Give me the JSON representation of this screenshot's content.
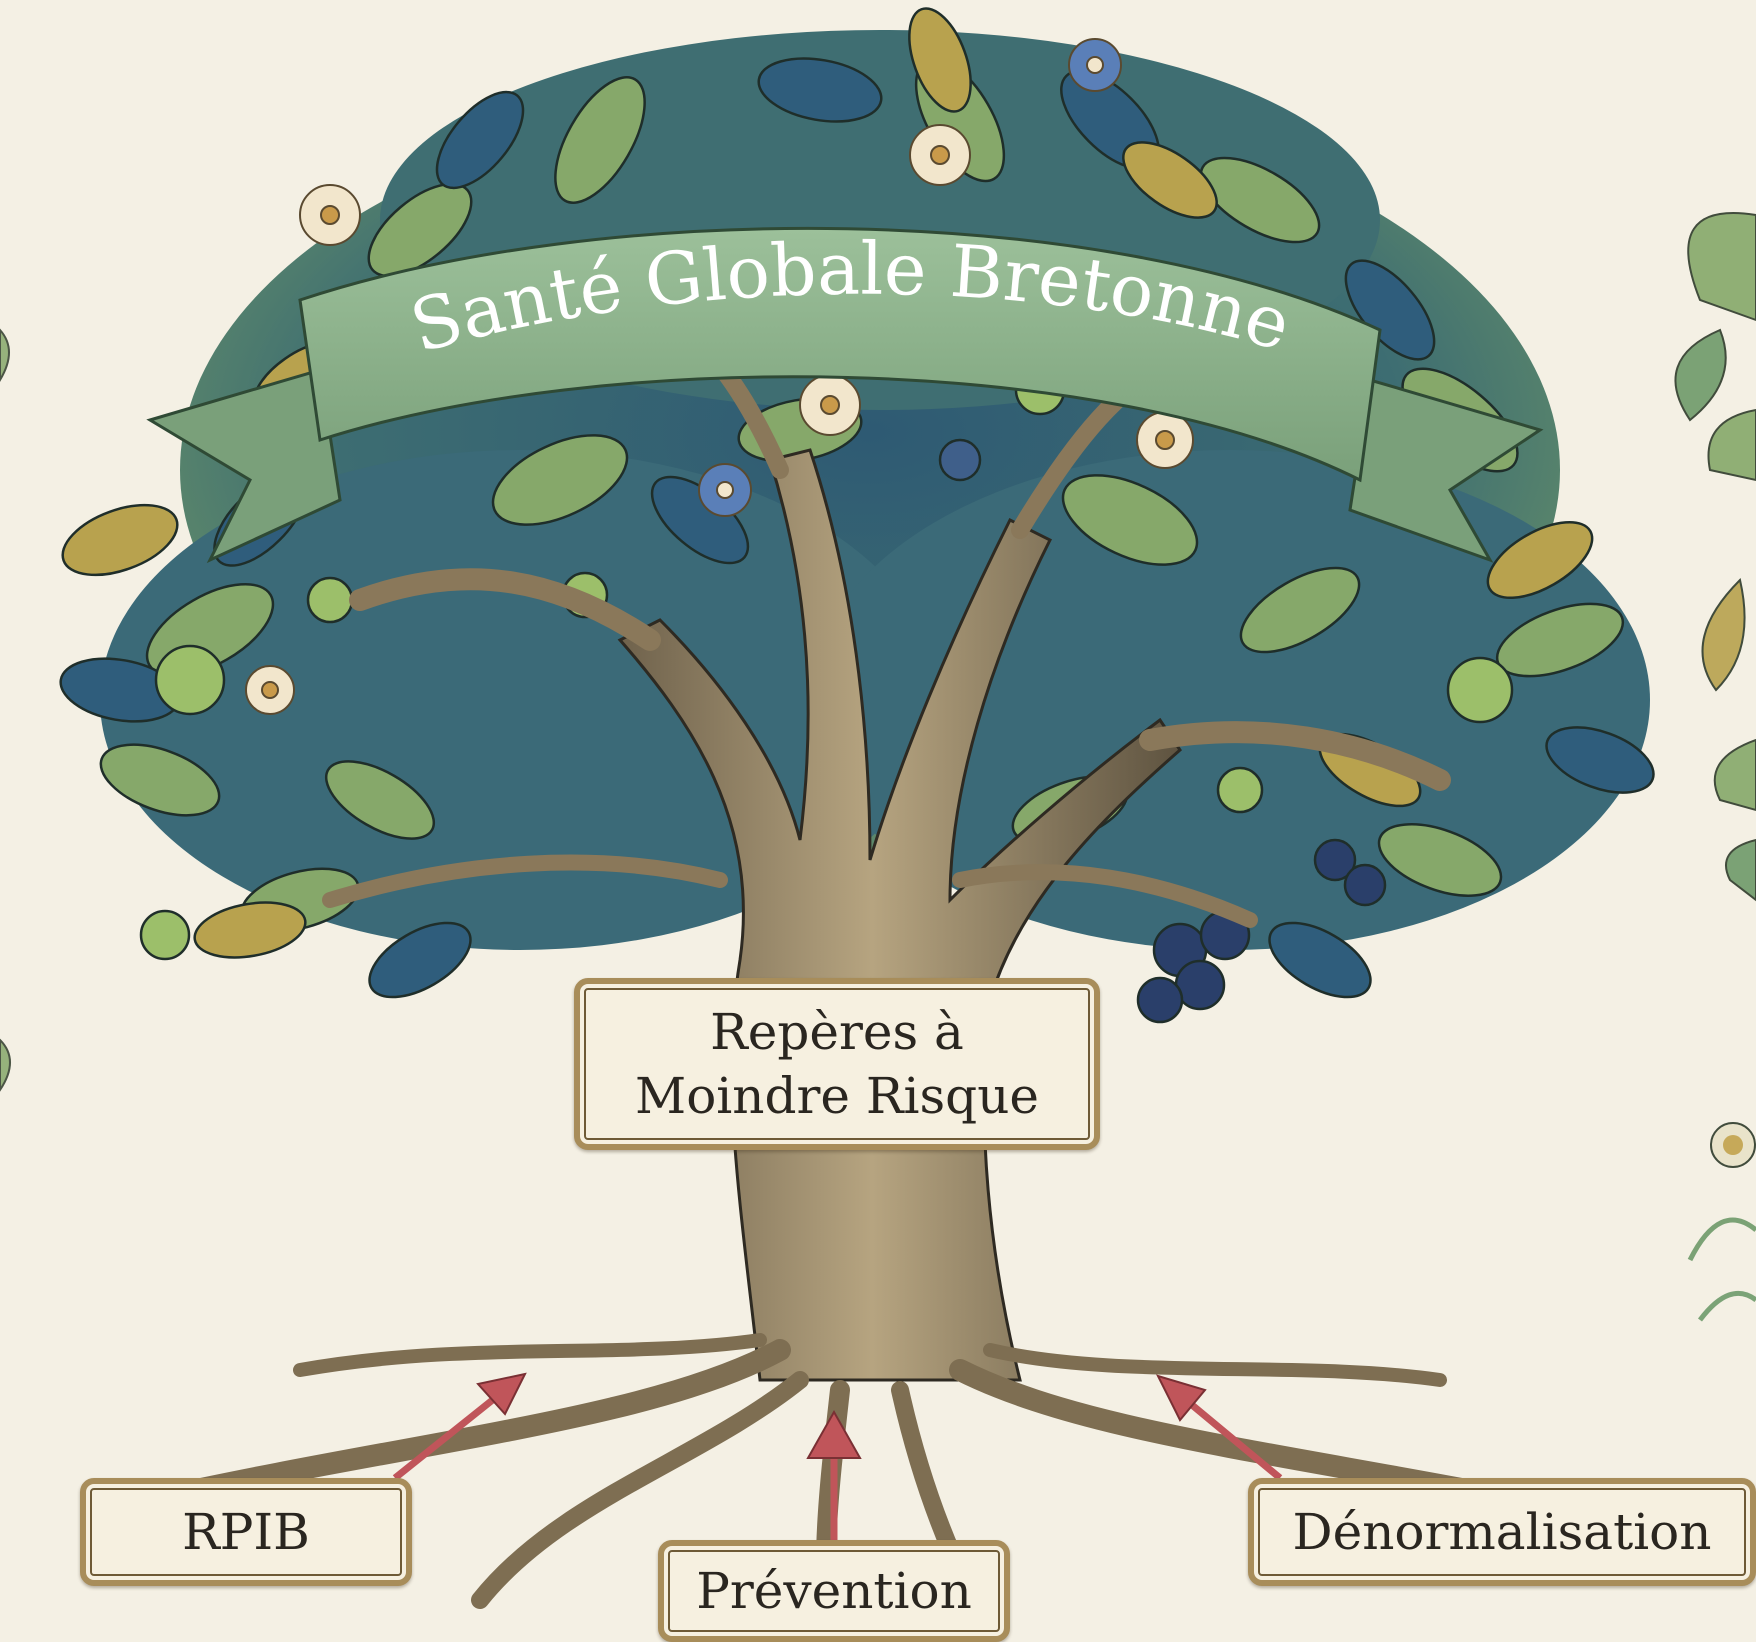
{
  "banner": {
    "title": "Santé Globale Bretonne"
  },
  "trunk": {
    "label": "Repères à\nMoindre Risque"
  },
  "roots": {
    "rpib": "RPIB",
    "prevention": "Prévention",
    "denormalisation": "Dénormalisation"
  },
  "colors": {
    "background": "#f4f0e4",
    "banner": "#8fb28e",
    "bark": "#9d8a68",
    "leaf_green": "#86a86a",
    "leaf_blue": "#2f5d7c",
    "leaf_olive": "#b8a24e",
    "arrow": "#c0555a",
    "frame": "#a88d5a"
  }
}
